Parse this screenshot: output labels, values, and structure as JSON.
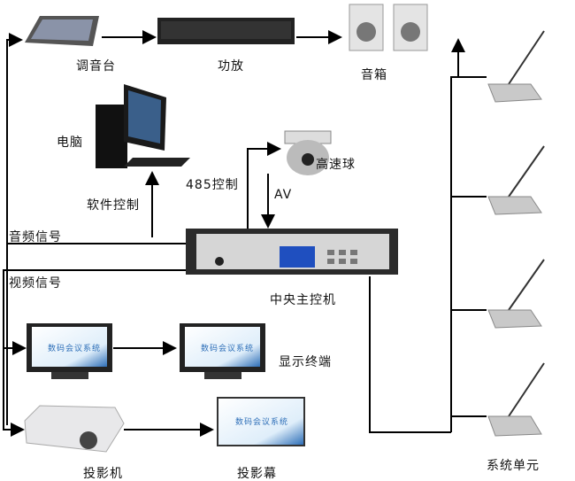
{
  "labels": {
    "mixer": "调音台",
    "amplifier": "功放",
    "speakers": "音箱",
    "computer": "电脑",
    "ptz_camera": "高速球",
    "rs485_control": "485控制",
    "av": "AV",
    "software_control": "软件控制",
    "audio_signal": "音频信号",
    "video_signal": "视频信号",
    "main_controller": "中央主控机",
    "display_terminal": "显示终端",
    "projector": "投影机",
    "projection_screen": "投影幕",
    "system_unit": "系统单元"
  },
  "screen_text": "数码会议系统",
  "colors": {
    "line": "#000000",
    "screen": "#2e6fb8",
    "device": "#c8c8c8"
  }
}
